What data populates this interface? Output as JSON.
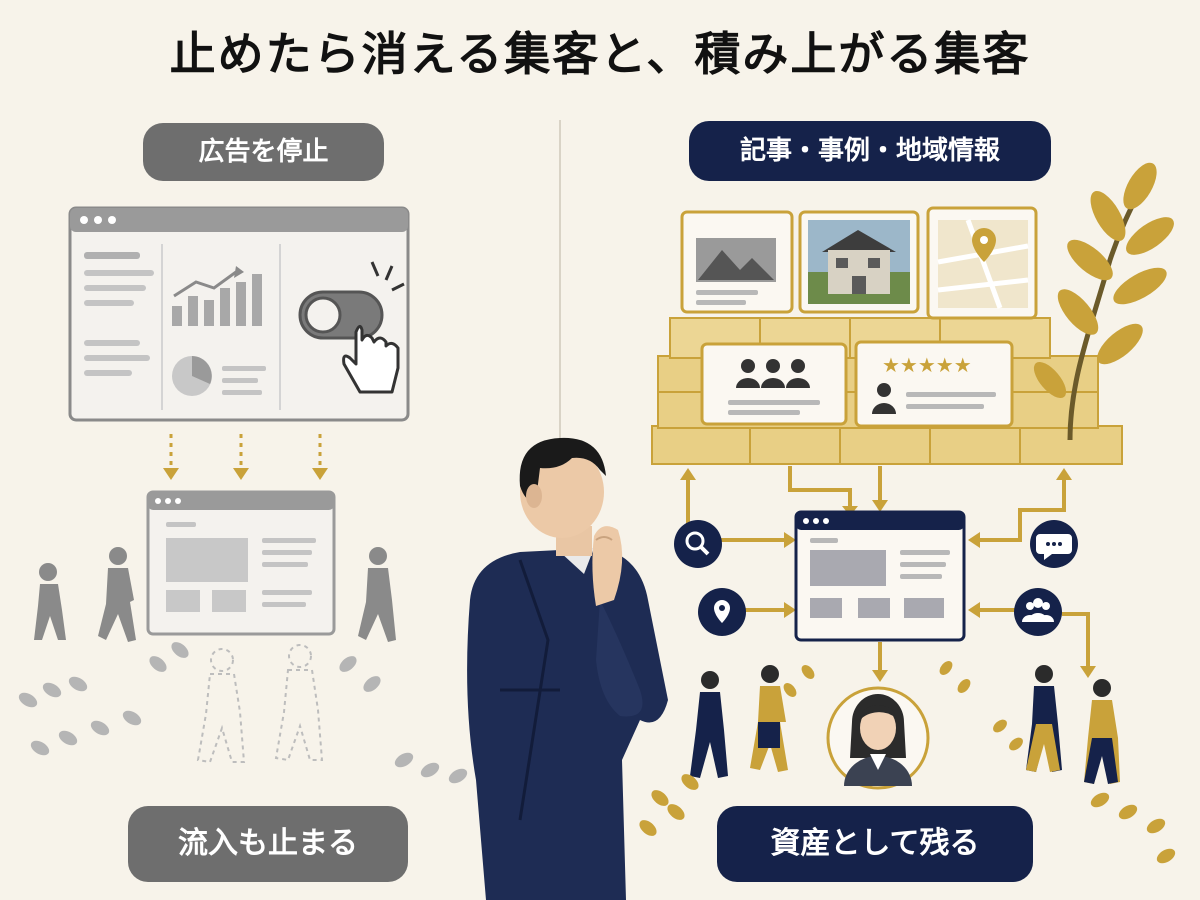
{
  "title": "止めたら消える集客と、積み上がる集客",
  "left": {
    "label_top": "広告を停止",
    "label_bottom": "流入も止まる"
  },
  "right": {
    "label_top": "記事・事例・地域情報",
    "label_bottom": "資産として残る"
  },
  "colors": {
    "background": "#f7f3ea",
    "gray_pill": "#6e6e6e",
    "navy": "#15224a",
    "gold": "#c9a23a",
    "brick": "#e8cf85"
  },
  "icons": [
    "search-icon",
    "map-pin-icon",
    "chat-icon",
    "group-icon",
    "image-icon",
    "house-photo-icon",
    "map-icon",
    "people-icon",
    "star-rating-icon",
    "user-icon",
    "plant-icon",
    "toggle-icon",
    "hand-pointer-icon",
    "bar-chart-icon",
    "pie-chart-icon"
  ]
}
